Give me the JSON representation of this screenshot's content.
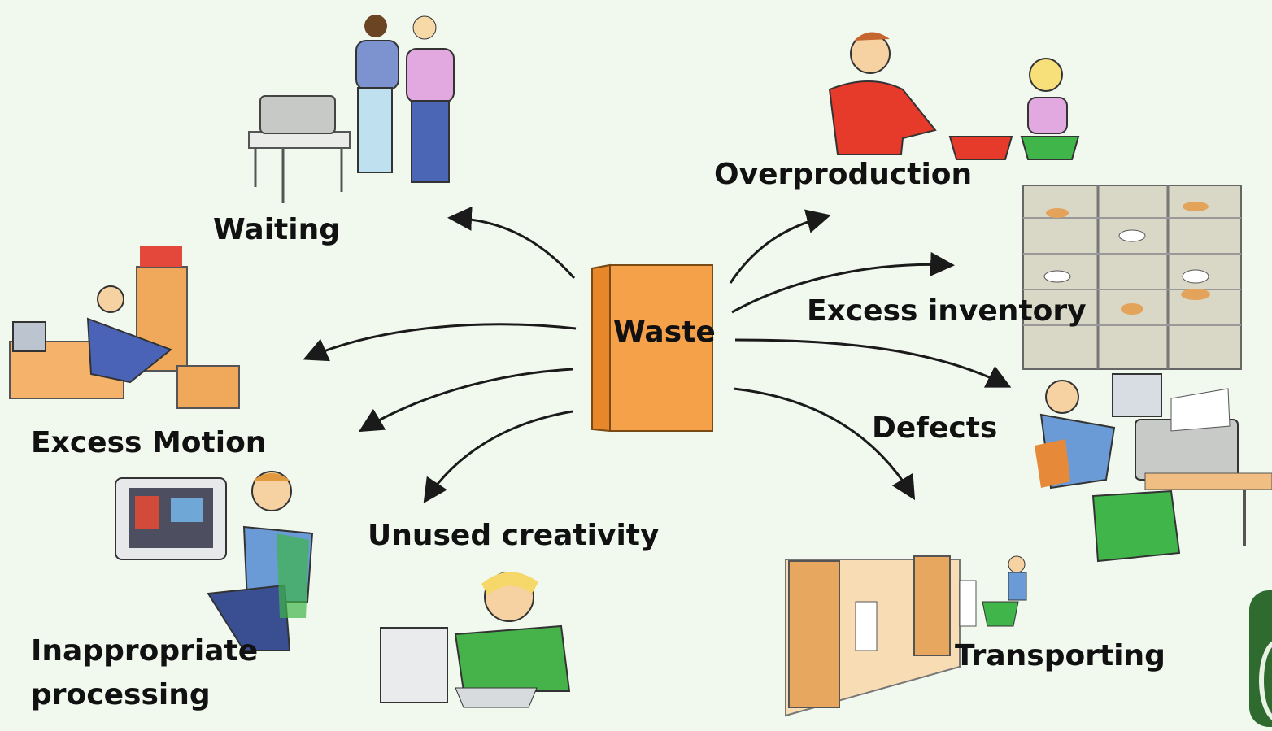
{
  "center": {
    "label": "Waste"
  },
  "wastes": {
    "waiting": "Waiting",
    "overproduction": "Overproduction",
    "excess_inventory": "Excess inventory",
    "excess_motion": "Excess Motion",
    "defects": "Defects",
    "unused_creativity": "Unused creativity",
    "inappropriate_processing_line1": "Inappropriate",
    "inappropriate_processing_line2": "processing",
    "transporting": "Transporting"
  },
  "colors": {
    "background": "#f1f9ef",
    "book": "#f5a14a",
    "arrow": "#1a1a1a",
    "badge": "#2f6b2f"
  }
}
